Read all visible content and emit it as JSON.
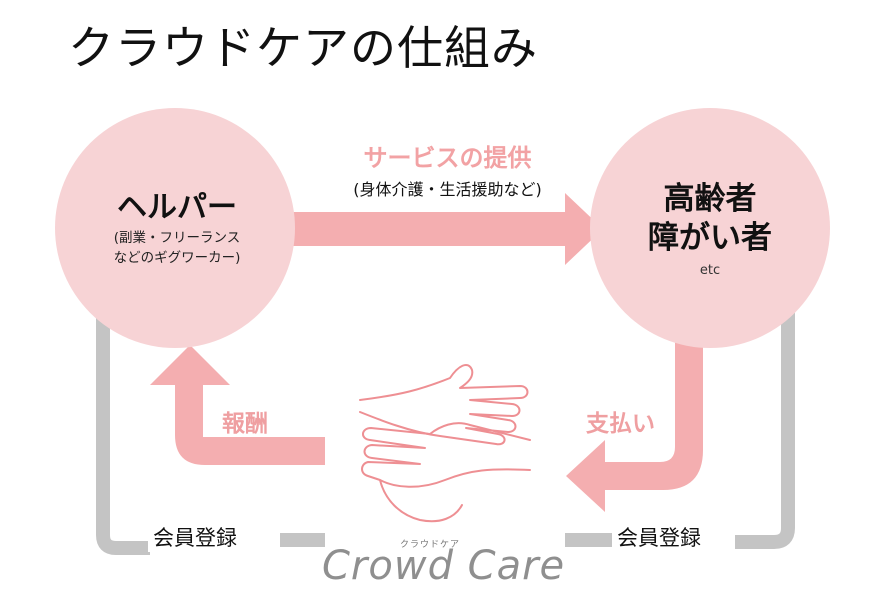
{
  "title": "クラウドケアの仕組み",
  "helper": {
    "name": "ヘルパー",
    "sub_line1": "(副業・フリーランス",
    "sub_line2": "などのギグワーカー)"
  },
  "recipient": {
    "line1": "高齢者",
    "line2": "障がい者",
    "etc": "etc"
  },
  "service": {
    "title": "サービスの提供",
    "subtitle": "(身体介護・生活援助など)"
  },
  "reward_label": "報酬",
  "payment_label": "支払い",
  "registration_left": "会員登録",
  "registration_right": "会員登録",
  "logo": {
    "text": "Crowd Care",
    "kana": "クラウドケア"
  },
  "colors": {
    "circle": "#f7d3d5",
    "arrow": "#f4aeb0",
    "gray_line": "#c4c4c4",
    "accent_text": "#ef9fa1",
    "hand_outline": "#ee8f93"
  }
}
